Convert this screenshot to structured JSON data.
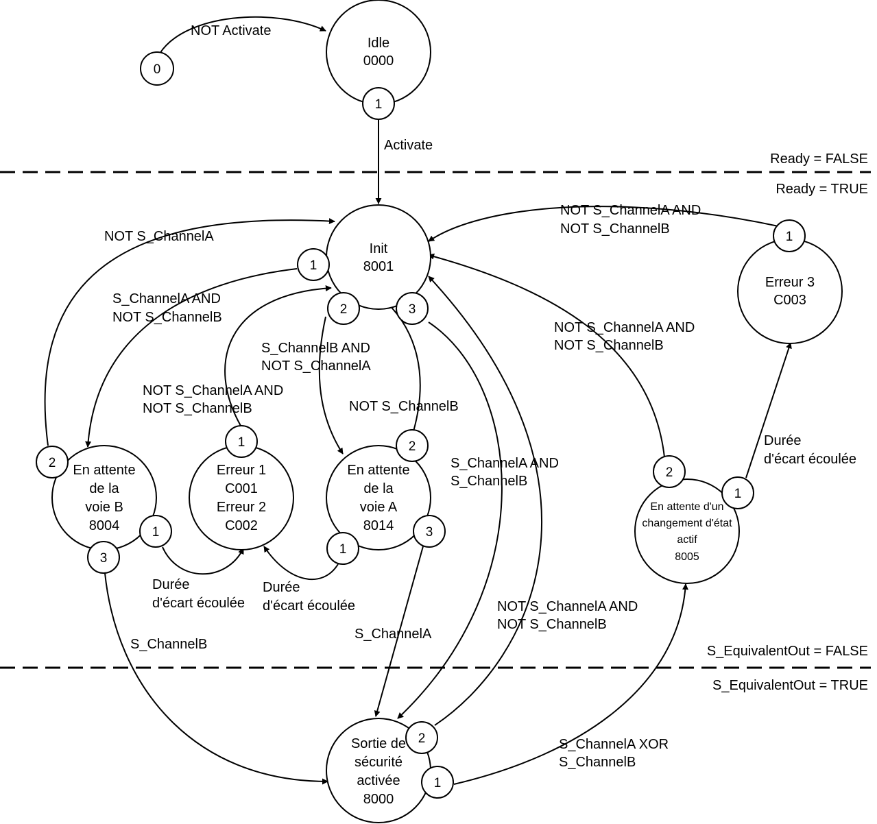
{
  "zones": {
    "ready_false": "Ready = FALSE",
    "ready_true": "Ready = TRUE",
    "equiv_false": "S_EquivalentOut = FALSE",
    "equiv_true": "S_EquivalentOut = TRUE"
  },
  "states": {
    "start": "0",
    "idle": [
      "Idle",
      "0000"
    ],
    "init": [
      "Init",
      "8001"
    ],
    "wait_b": [
      "En attente",
      "de la",
      "voie B",
      "8004"
    ],
    "error12": [
      "Erreur 1",
      "C001",
      "Erreur 2",
      "C002"
    ],
    "wait_a": [
      "En attente",
      "de la",
      "voie A",
      "8014"
    ],
    "wait_change": [
      "En attente d'un",
      "changement d'état",
      "actif",
      "8005"
    ],
    "error3": [
      "Erreur 3",
      "C003"
    ],
    "safety": [
      "Sortie de",
      "sécurité",
      "activée",
      "8000"
    ]
  },
  "ports": {
    "idle_1": "1",
    "init_1": "1",
    "init_2": "2",
    "init_3": "3",
    "waitb_1": "1",
    "waitb_2": "2",
    "waitb_3": "3",
    "err12_1": "1",
    "waita_1": "1",
    "waita_2": "2",
    "waita_3": "3",
    "waitc_1": "1",
    "waitc_2": "2",
    "err3_1": "1",
    "safety_1": "1",
    "safety_2": "2"
  },
  "transitions": {
    "not_activate": "NOT Activate",
    "activate": "Activate",
    "waitb_to_init": "NOT S_ChannelA",
    "init_to_waitb": [
      "S_ChannelA AND",
      "NOT S_ChannelB"
    ],
    "init_to_waita": [
      "S_ChannelB AND",
      "NOT S_ChannelA"
    ],
    "err12_to_init": [
      "NOT S_ChannelA AND",
      "NOT S_ChannelB"
    ],
    "waita_to_init": "NOT S_ChannelB",
    "init_to_safety": [
      "S_ChannelA AND",
      "S_ChannelB"
    ],
    "waitc_to_init": [
      "NOT S_ChannelA AND",
      "NOT S_ChannelB"
    ],
    "err3_to_init": [
      "NOT S_ChannelA AND",
      "NOT S_ChannelB"
    ],
    "waitc_to_err3": [
      "Durée",
      "d'écart écoulée"
    ],
    "waitb_timeout": [
      "Durée",
      "d'écart écoulée"
    ],
    "waita_timeout": [
      "Durée",
      "d'écart écoulée"
    ],
    "waitb_to_safety": "S_ChannelB",
    "waita_to_safety": "S_ChannelA",
    "safety_to_init": [
      "NOT S_ChannelA AND",
      "NOT S_ChannelB"
    ],
    "safety_to_waitc": [
      "S_ChannelA XOR",
      "S_ChannelB"
    ]
  }
}
